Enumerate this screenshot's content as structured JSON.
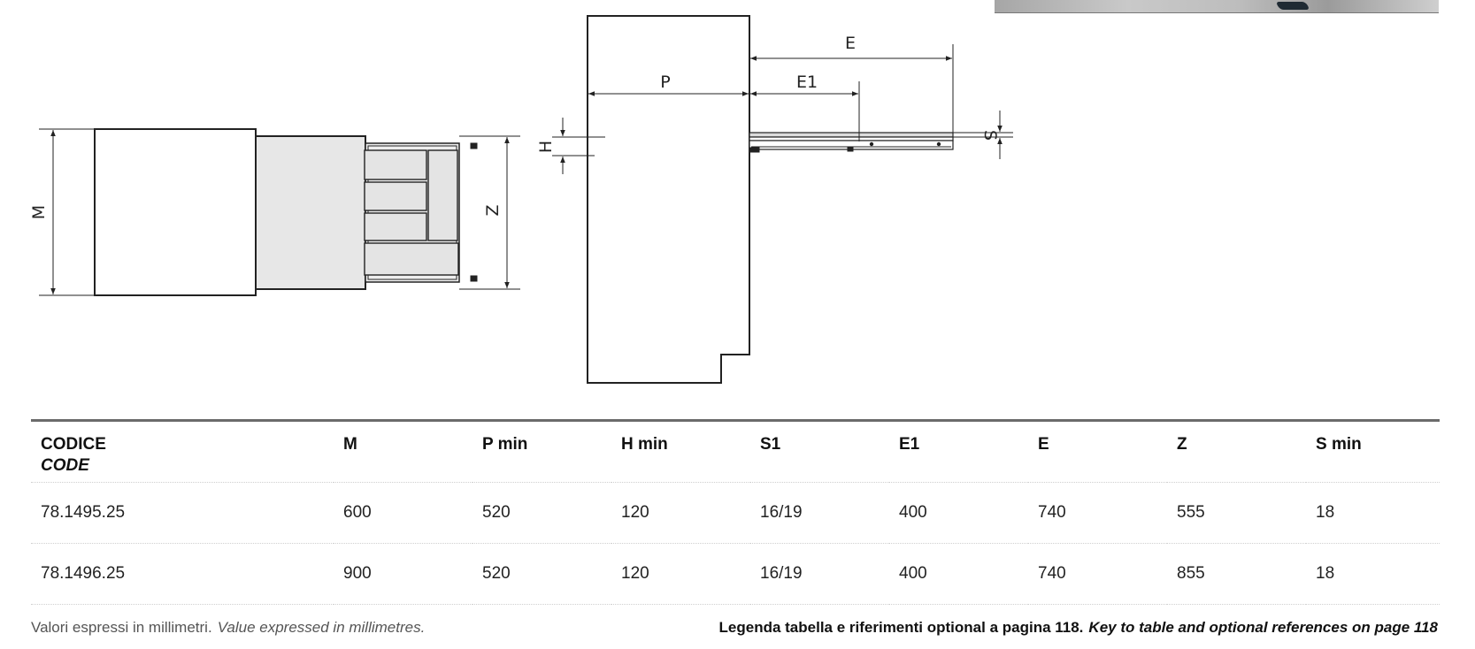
{
  "diagram": {
    "labels": {
      "m": "M",
      "z": "Z",
      "h": "H",
      "p": "P",
      "e": "E",
      "e1": "E1",
      "s": "S"
    }
  },
  "table": {
    "headers": [
      {
        "it": "CODICE",
        "en": "CODE"
      },
      {
        "it": "M",
        "en": ""
      },
      {
        "it": "P min",
        "en": ""
      },
      {
        "it": "H min",
        "en": ""
      },
      {
        "it": "S1",
        "en": ""
      },
      {
        "it": "E1",
        "en": ""
      },
      {
        "it": "E",
        "en": ""
      },
      {
        "it": "Z",
        "en": ""
      },
      {
        "it": "S min",
        "en": ""
      }
    ],
    "rows": [
      [
        "78.1495.25",
        "600",
        "520",
        "120",
        "16/19",
        "400",
        "740",
        "555",
        "18"
      ],
      [
        "78.1496.25",
        "900",
        "520",
        "120",
        "16/19",
        "400",
        "740",
        "855",
        "18"
      ]
    ]
  },
  "footer": {
    "units_it": "Valori espressi in millimetri.",
    "units_en": "Value expressed in millimetres.",
    "legend_it": "Legenda tabella e riferimenti optional a pagina 118.",
    "legend_en": "Key to table and optional references on page 118"
  }
}
